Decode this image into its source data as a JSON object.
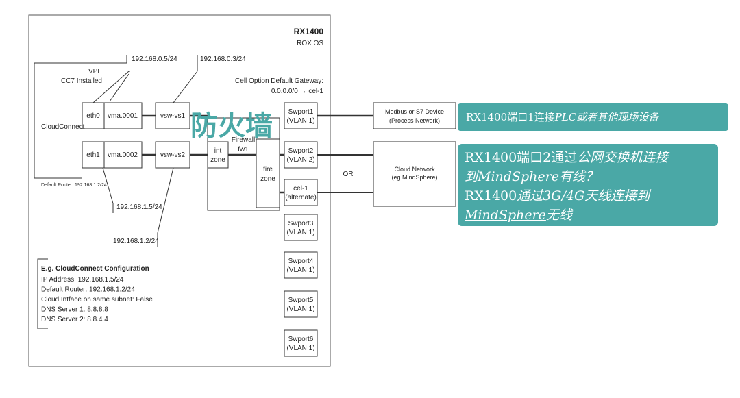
{
  "router": {
    "title": "RX1400",
    "subtitle": "ROX OS"
  },
  "cloudconnect": {
    "vpe": "VPE",
    "cc7": "CC7 Installed",
    "label": "CloudConnect",
    "default_router": "Default Router: 192.168.1.2/24"
  },
  "ips": {
    "ip_0_5": "192.168.0.5/24",
    "ip_0_3": "192.168.0.3/24",
    "ip_1_5": "192.168.1.5/24",
    "ip_1_2": "192.168.1.2/24"
  },
  "gateway": {
    "line1": "Cell Option Default Gateway:",
    "line2": "0.0.0.0/0 → cel-1"
  },
  "boxes": {
    "eth0": "eth0",
    "vma1": "vma.0001",
    "vsw1": "vsw-vs1",
    "eth1": "eth1",
    "vma2": "vma.0002",
    "vsw2": "vsw-vs2",
    "int_zone": [
      "int",
      "zone"
    ],
    "firewall": [
      "Firewall",
      "fw1"
    ],
    "fire_zone": [
      "fire",
      "zone"
    ]
  },
  "firewall_overlay": "防火墙",
  "ports": [
    [
      "Swport1",
      "(VLAN 1)"
    ],
    [
      "Swport2",
      "(VLAN 2)"
    ],
    [
      "cel-1",
      "(alternate)"
    ],
    [
      "Swport3",
      "(VLAN 1)"
    ],
    [
      "Swport4",
      "(VLAN 1)"
    ],
    [
      "Swport5",
      "(VLAN 1)"
    ],
    [
      "Swport6",
      "(VLAN 1)"
    ]
  ],
  "or_label": "OR",
  "external": {
    "modbus": [
      "Modbus or S7 Device",
      "(Process Network)"
    ],
    "cloud": [
      "Cloud Network",
      "(eg MindSphere)"
    ]
  },
  "config": {
    "title": "E.g. CloudConnect Configuration",
    "lines": [
      "IP Address: 192.168.1.5/24",
      "Default Router: 192.168.1.2/24",
      "Cloud Intface on same subnet: False",
      "DNS Server 1: 8.8.8.8",
      "DNS Server 2: 8.8.4.4"
    ]
  },
  "callouts": {
    "c1_prefix": "RX1400端口1连接",
    "c1_italic": "PLC或者其他现场设备",
    "c2_l1_prefix": "RX1400端口2通过",
    "c2_l1_italic": "公网交换机连接",
    "c2_l2_a": "到",
    "c2_l2_ul": "MindSphere",
    "c2_l2_b": "有线？",
    "c2_l3_prefix": "RX1400",
    "c2_l3_italic": "通过3G/4G天线连接到",
    "c2_l4_ul": "MindSphere",
    "c2_l4_b": "无线"
  },
  "colors": {
    "callout_bg": "#4aa8a6",
    "overlay_text": "#4aa8a6",
    "line": "#333333"
  }
}
